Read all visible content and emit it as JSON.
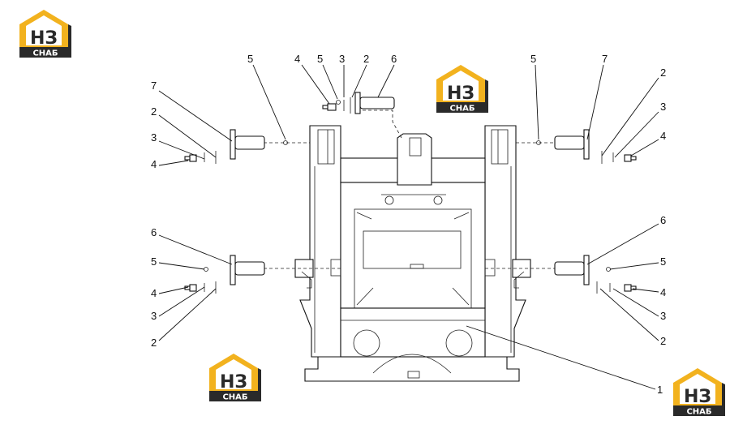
{
  "brand": {
    "logo_letters": "НЗ",
    "logo_word": "СНАБ",
    "colors": {
      "roof": "#f2b21e",
      "dark": "#2a2a2a",
      "white": "#ffffff"
    }
  },
  "callouts": {
    "top_left_group": {
      "5": "5",
      "4": "4",
      "5b": "5",
      "3": "3",
      "2": "2",
      "6": "6"
    },
    "left_upper": {
      "7": "7",
      "2": "2",
      "3": "3",
      "4": "4"
    },
    "right_upper": {
      "5": "5",
      "7": "7",
      "2": "2",
      "3": "3",
      "4": "4"
    },
    "left_lower": {
      "6": "6",
      "5": "5",
      "4": "4",
      "3": "3",
      "2": "2"
    },
    "right_lower": {
      "6": "6",
      "5": "5",
      "4": "4",
      "3": "3",
      "2": "2"
    },
    "frame": {
      "1": "1"
    }
  }
}
